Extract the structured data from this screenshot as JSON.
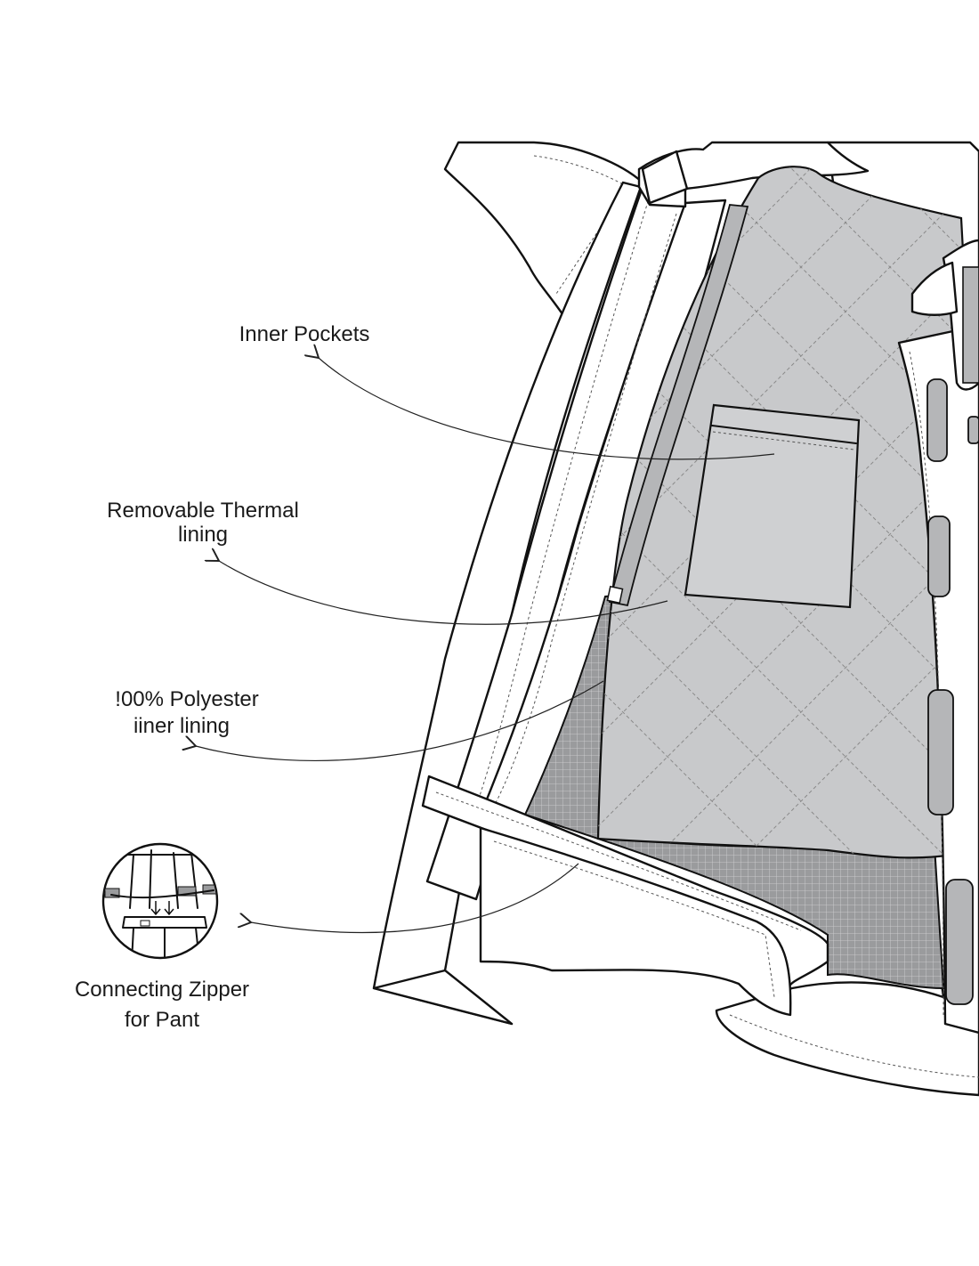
{
  "labels": {
    "inner_pockets": "Inner Pockets",
    "thermal_line1": "Removable  Thermal",
    "thermal_line2": "lining",
    "polyester_line1": "!00% Polyester",
    "polyester_line2": "iiner lining",
    "zipper_line1": "Connecting Zipper",
    "zipper_line2": "for Pant"
  },
  "colors": {
    "background": "#ffffff",
    "outline": "#111111",
    "thermal_lining": "#c8c9cb",
    "pocket": "#cfd0d2",
    "mesh_lining": "#9a9b9d",
    "vent_panel": "#b5b6b8"
  }
}
